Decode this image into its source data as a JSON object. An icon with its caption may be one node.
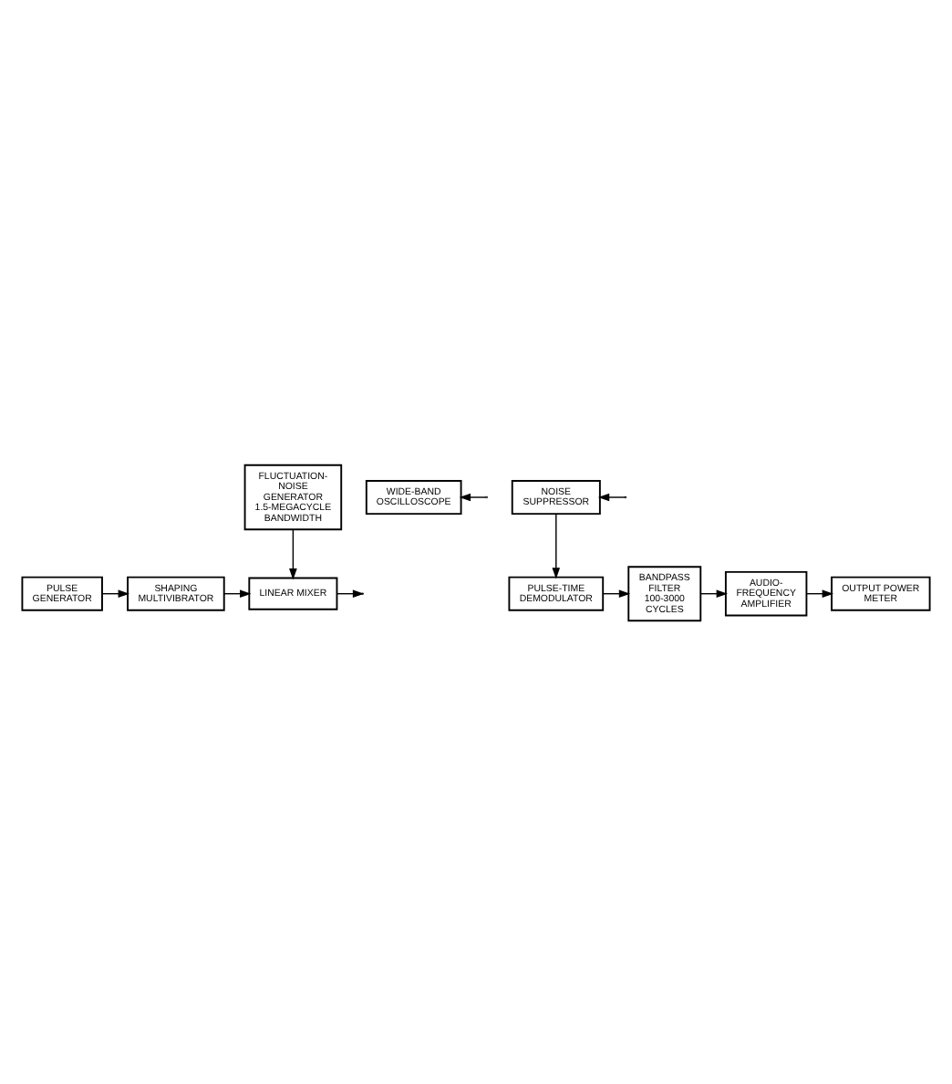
{
  "diagram": {
    "nodes": [
      {
        "text": [
          "PULSE GENERATOR"
        ]
      },
      {
        "text": [
          "SHAPING MULTIVIBRATOR"
        ]
      },
      {
        "text": [
          "LINEAR MIXER"
        ]
      },
      {
        "text": [
          "FLUCTUATION-NOISE GENERATOR 1.5-MEGACYCLE BANDWIDTH"
        ]
      },
      {
        "text": [
          "WIDE-BAND OSCILLOSCOPE"
        ]
      },
      {
        "text": [
          "NOISE SUPPRESSOR"
        ]
      },
      {
        "text": [
          "PULSE-TIME DEMODULATOR"
        ]
      },
      {
        "text": [
          "BANDPASS FILTER 100-3000 CYCLES"
        ]
      },
      {
        "text": [
          "AUDIO-FREQUENCY AMPLIFIER"
        ]
      },
      {
        "text": [
          "OUTPUT POWER METER"
        ]
      }
    ],
    "edges": [
      {
        "from": 0,
        "to": 1,
        "arrow": "to"
      },
      {
        "from": 1,
        "to": 2,
        "arrow": "to"
      },
      {
        "from": 3,
        "to": 2,
        "arrow": "to"
      },
      {
        "from": 2,
        "to": null,
        "arrow": "to"
      },
      {
        "from": null,
        "to": 4,
        "arrow": "to"
      },
      {
        "from": null,
        "to": 5,
        "arrow": "to"
      },
      {
        "from": 5,
        "to": 6,
        "arrow": "to"
      },
      {
        "from": 6,
        "to": 7,
        "arrow": "to"
      },
      {
        "from": 7,
        "to": 8,
        "arrow": "to"
      },
      {
        "from": 8,
        "to": 9,
        "arrow": "to"
      }
    ]
  }
}
